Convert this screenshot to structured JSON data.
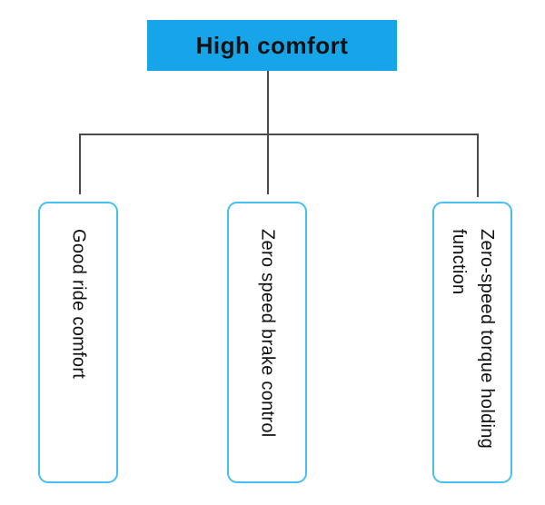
{
  "diagram": {
    "type": "tree",
    "root": {
      "label": "High comfort"
    },
    "children": [
      {
        "label": "Good ride comfort"
      },
      {
        "label": "Zero speed brake control"
      },
      {
        "label": "Zero-speed torque holding function"
      }
    ],
    "colors": {
      "root_fill": "#16a5e8",
      "child_border": "#44c1f0",
      "connector": "#4a4a4a",
      "text": "#111111",
      "background": "#ffffff"
    }
  }
}
